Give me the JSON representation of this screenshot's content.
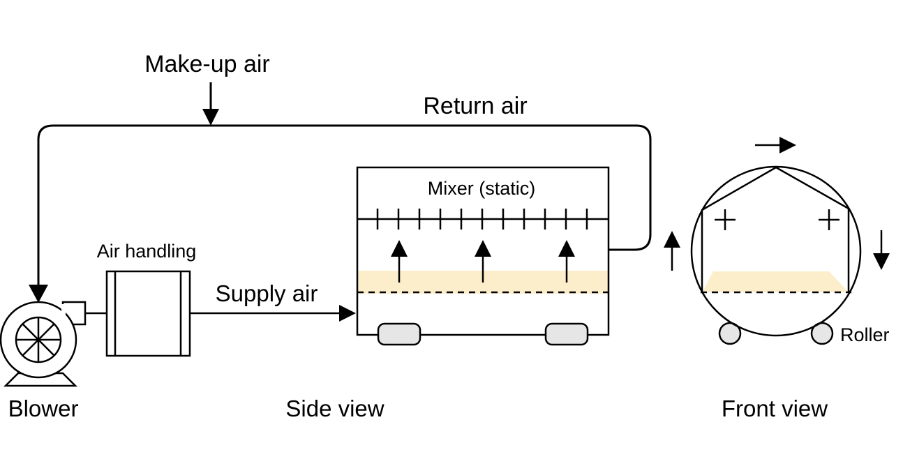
{
  "labels": {
    "makeup_air": "Make-up air",
    "return_air": "Return air",
    "mixer": "Mixer (static)",
    "air_handling": "Air handling",
    "supply_air": "Supply air",
    "roller": "Roller",
    "blower": "Blower",
    "side_view": "Side view",
    "front_view": "Front view"
  },
  "colors": {
    "line": "#000000",
    "product_bed": "#fdeecb",
    "wheel_fill": "#e6e6e6"
  },
  "icons": {
    "blower": "blower-fan-icon"
  }
}
